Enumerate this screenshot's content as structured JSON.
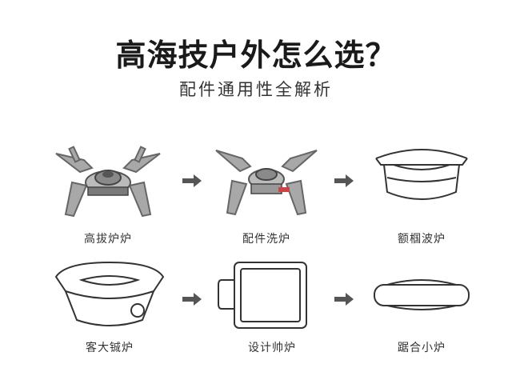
{
  "header": {
    "title": "高海技户外怎么选？",
    "subtitle": "配件通用性全解析"
  },
  "row1": [
    {
      "caption": "高拔炉炉"
    },
    {
      "caption": "配件洗炉"
    },
    {
      "caption": "额椢波炉"
    }
  ],
  "row2": [
    {
      "caption": "客大铖炉"
    },
    {
      "caption": "设计帅炉"
    },
    {
      "caption": "踞合小炉"
    }
  ],
  "colors": {
    "metal": "#9a9a9a",
    "line": "#333333",
    "arrow": "#555555"
  }
}
